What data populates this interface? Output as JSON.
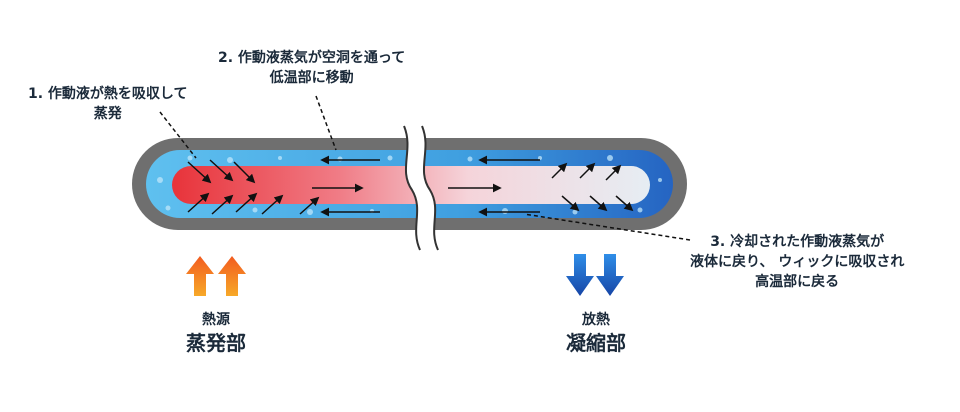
{
  "steps": {
    "step1": [
      "1. 作動液が熱を吸収して",
      "蒸発"
    ],
    "step2": [
      "2. 作動液蒸気が空洞を通って",
      "低温部に移動"
    ],
    "step3": [
      "3. 冷却された作動液蒸気が",
      "液体に戻り、 ウィックに吸収され",
      "高温部に戻る"
    ]
  },
  "evaporator": {
    "small_label": "熱源",
    "large_label": "蒸発部"
  },
  "condenser": {
    "small_label": "放熱",
    "large_label": "凝縮部"
  },
  "colors": {
    "shell": "#6b6b6b",
    "wick": "#2f8fd6",
    "hot": "#e8333a",
    "cool": "#e6edf3",
    "heat_arrow_top": "#f25b1f",
    "heat_arrow_bottom": "#f7a928",
    "cool_arrow_top": "#2f8ee8",
    "cool_arrow_bottom": "#1645a6"
  }
}
